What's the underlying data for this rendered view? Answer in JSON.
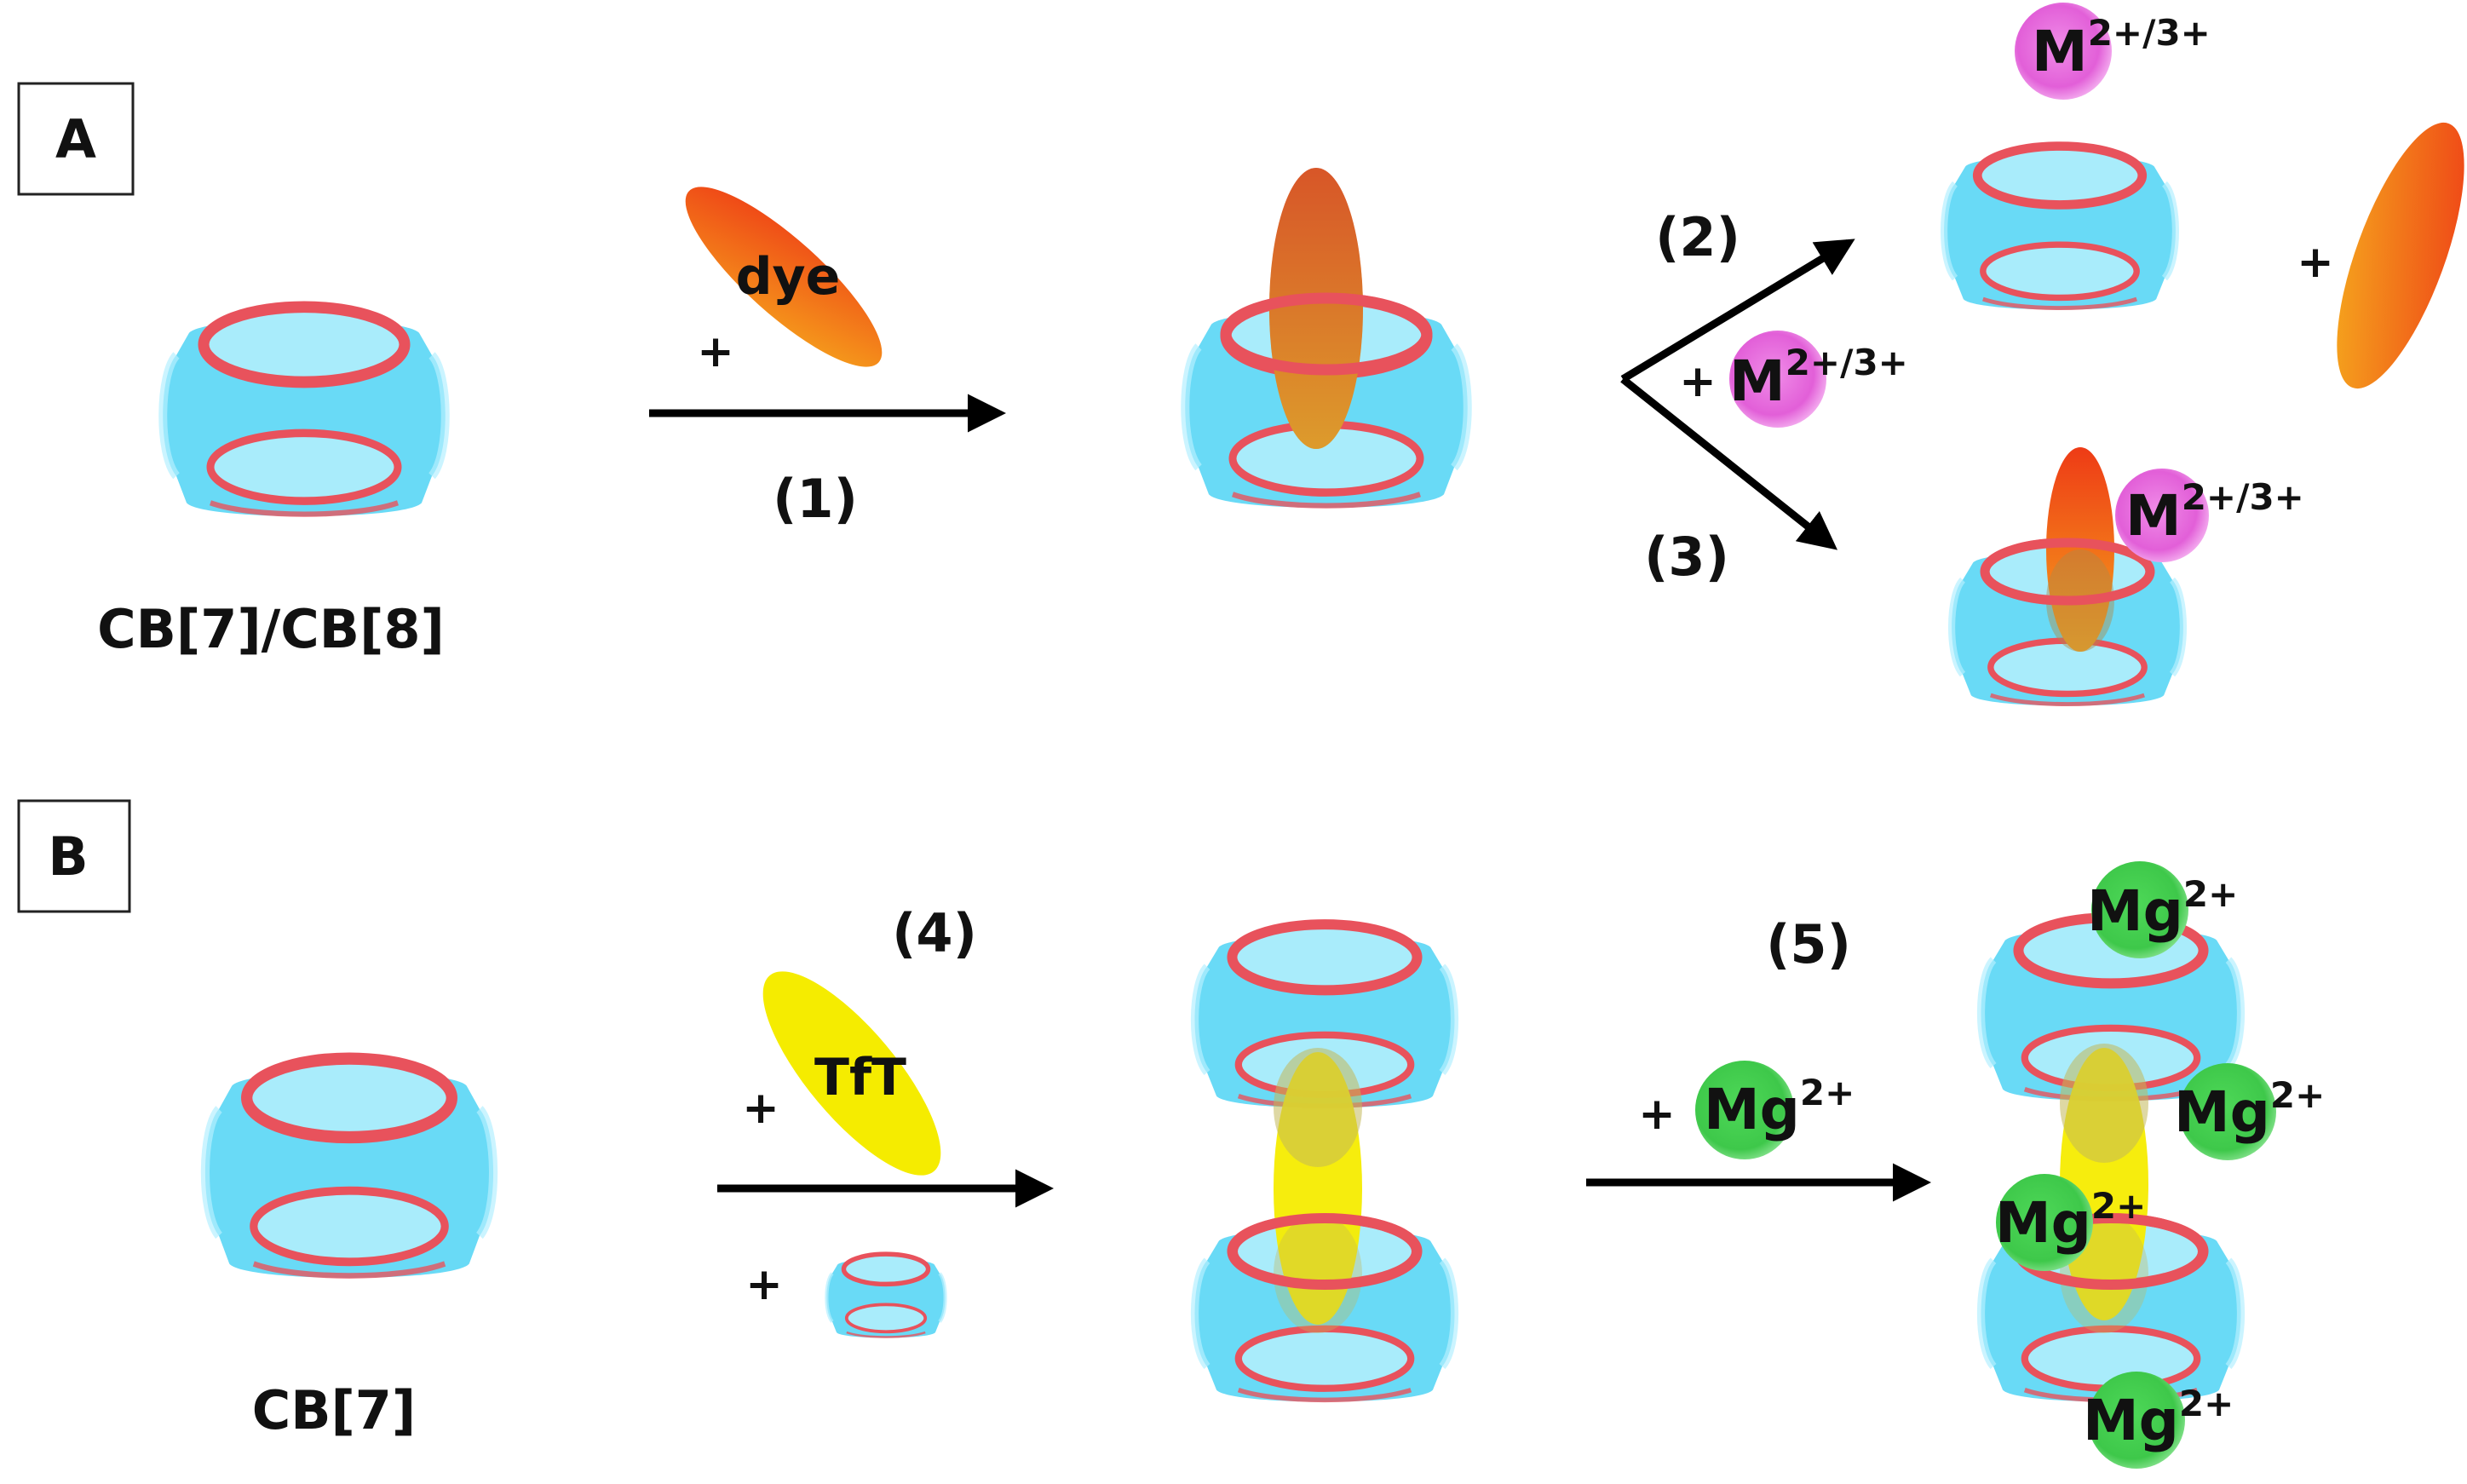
{
  "panel_a": {
    "label": "A",
    "host_label": "CB[7]/CB[8]",
    "plus": "+",
    "guest": "dye",
    "step1": "(1)",
    "step2": "(2)",
    "step3": "(3)",
    "metal_symbol": "M",
    "metal_charge": "2+/3+"
  },
  "panel_b": {
    "label": "B",
    "host_label": "CB[7]",
    "plus": "+",
    "guest": "TfT",
    "step4": "(4)",
    "step5": "(5)",
    "mg_symbol": "Mg",
    "mg_charge": "2+"
  },
  "colors": {
    "ring": "#e8525c",
    "body": "#4fd3f5",
    "cavity": "#a9ecfb",
    "dye_top": "#ee3b16",
    "dye_bottom": "#f6a51c",
    "tft": "#f5ec00",
    "metal_ion": "#e25fd8",
    "mg_ion": "#3ec84a"
  }
}
